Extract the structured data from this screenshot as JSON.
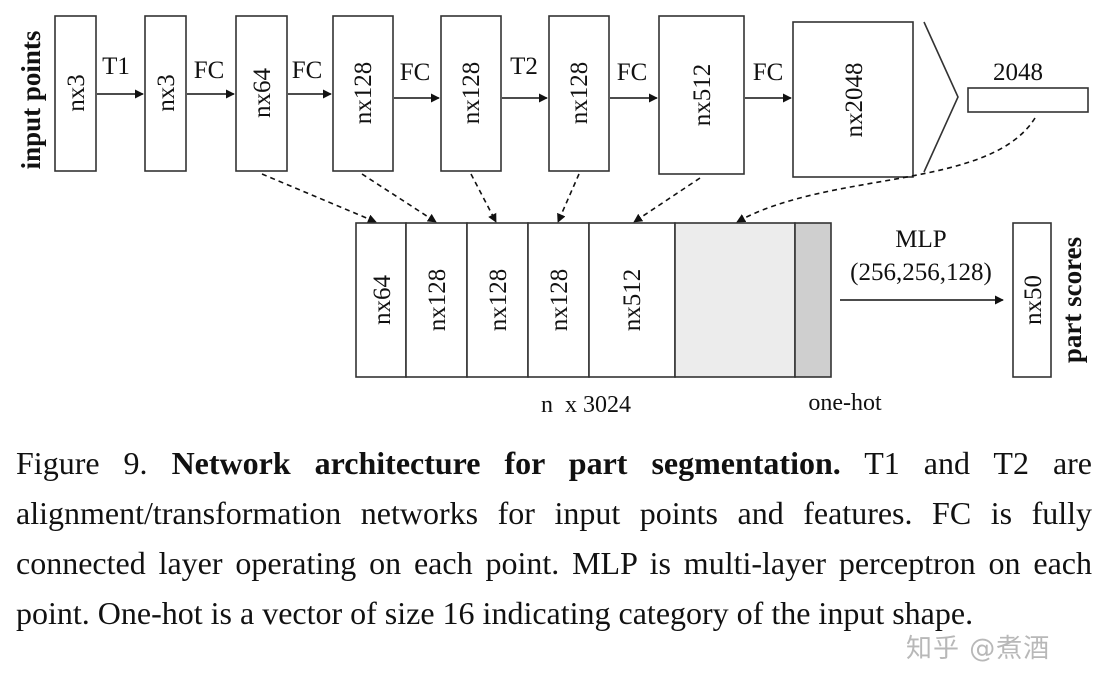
{
  "figure": {
    "input_label": "input points",
    "output_label": "part scores",
    "top_row": {
      "boxes": [
        "nx3",
        "nx3",
        "nx64",
        "nx128",
        "nx128",
        "nx128",
        "nx512",
        "nx2048"
      ],
      "arrows": [
        "T1",
        "FC",
        "FC",
        "FC",
        "T2",
        "FC",
        "FC"
      ],
      "global_feature": "2048"
    },
    "bottom_row": {
      "boxes": [
        "nx64",
        "nx128",
        "nx128",
        "nx128",
        "nx512"
      ],
      "dimension": "n  x 3024",
      "onehot": "one-hot"
    },
    "mlp": {
      "label": "MLP",
      "params": "(256,256,128)"
    },
    "output_box": "nx50"
  },
  "caption": {
    "prefix": "Figure 9. ",
    "title": "Network architecture for part segmentation.",
    "body": " T1 and T2 are alignment/transformation networks for input points and features. FC is fully connected layer operating on each point. MLP is multi-layer perceptron on each point. One-hot is a vector of size 16 indicating category of the input shape."
  },
  "watermark": "知乎 @煮酒"
}
